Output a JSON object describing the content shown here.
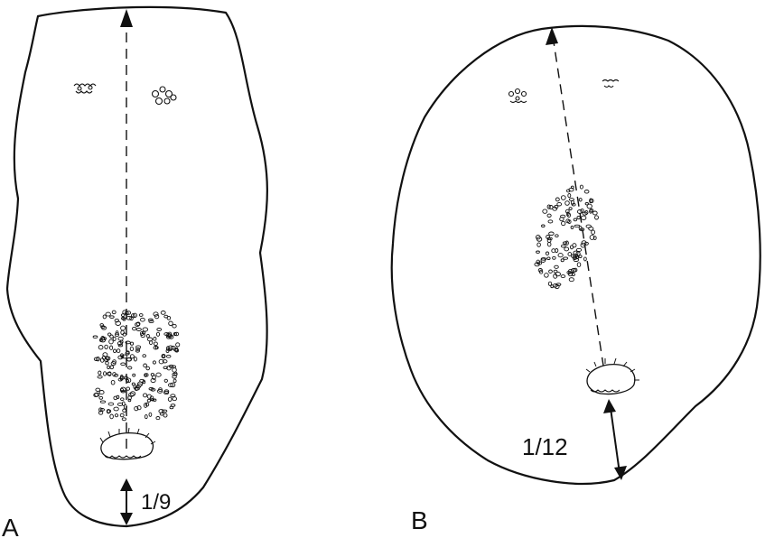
{
  "panels": [
    {
      "id": "A",
      "panel_label": "A",
      "ratio_label": "1/9"
    },
    {
      "id": "B",
      "panel_label": "B",
      "ratio_label": "1/12"
    }
  ],
  "colors": {
    "ink": "#111111",
    "background": "#ffffff"
  }
}
